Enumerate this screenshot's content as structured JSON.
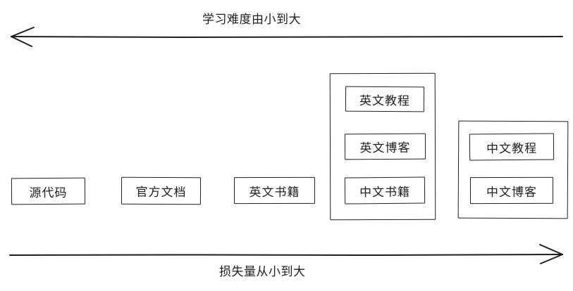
{
  "diagram": {
    "top_axis": {
      "label": "学习难度由小到大",
      "direction": "left",
      "arrow_name": "difficulty-axis-arrow"
    },
    "bottom_axis": {
      "label": "损失量从小到大",
      "direction": "right",
      "arrow_name": "loss-axis-arrow"
    },
    "standalone_nodes": [
      {
        "label": "源代码"
      },
      {
        "label": "官方文档"
      },
      {
        "label": "英文书籍"
      }
    ],
    "groups": [
      {
        "name": "english-resources-group",
        "items": [
          {
            "label": "英文教程"
          },
          {
            "label": "英文博客"
          },
          {
            "label": "中文书籍"
          }
        ]
      },
      {
        "name": "chinese-resources-group",
        "items": [
          {
            "label": "中文教程"
          },
          {
            "label": "中文博客"
          }
        ]
      }
    ],
    "colors": {
      "stroke": "#1e1e1e",
      "background": "#ffffff"
    }
  }
}
